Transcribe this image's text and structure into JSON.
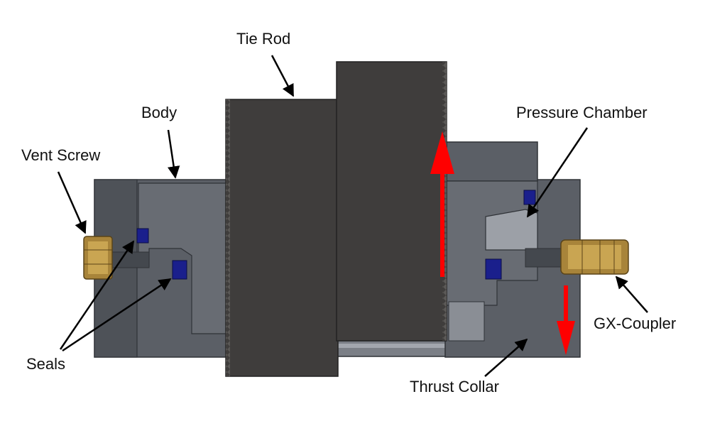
{
  "labels": {
    "tie_rod": "Tie Rod",
    "body": "Body",
    "pressure_chamber": "Pressure Chamber",
    "vent_screw": "Vent Screw",
    "seals": "Seals",
    "gx_coupler": "GX-Coupler",
    "thrust_collar": "Thrust Collar"
  },
  "colors": {
    "body_steel": "#5b5f66",
    "body_dark": "#44484e",
    "body_light": "#8a8e95",
    "tie_rod": "#3f3d3c",
    "seal": "#1a1f8c",
    "brass": "#a8843a",
    "arrow_red": "#ff0000",
    "leader": "#000000"
  }
}
